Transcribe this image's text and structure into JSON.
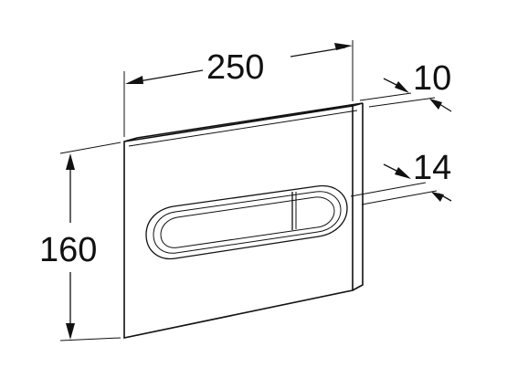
{
  "dimensions": {
    "width_label": "250",
    "height_label": "160",
    "depth_label": "10",
    "button_depth_label": "14"
  },
  "colors": {
    "line": "#111111",
    "background": "#ffffff"
  }
}
